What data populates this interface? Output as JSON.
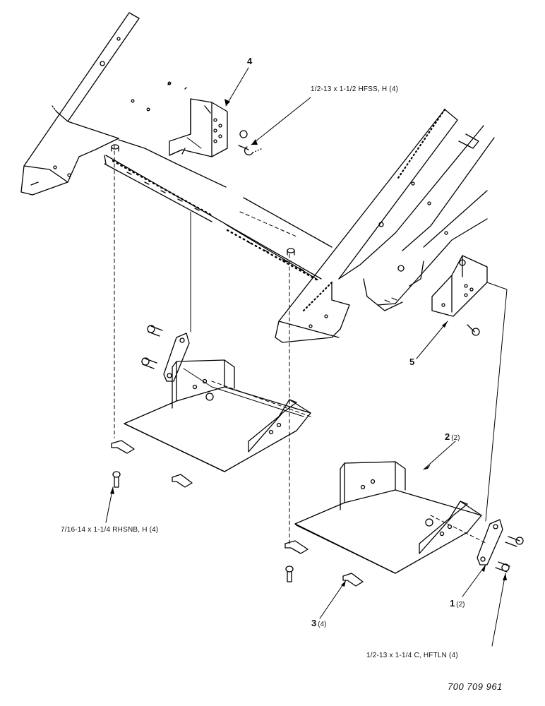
{
  "callouts": {
    "c1": {
      "number": "1",
      "qty": "(2)"
    },
    "c2": {
      "number": "2",
      "qty": "(2)"
    },
    "c3": {
      "number": "3",
      "qty": "(4)"
    },
    "c4": {
      "number": "4"
    },
    "c5": {
      "number": "5"
    }
  },
  "notes": {
    "bolt_top": "1/2-13 x 1-1/2 HFSS, H (4)",
    "bolt_left": "7/16-14 x 1-1/4 RHSNB, H  (4)",
    "bolt_bottom": "1/2-13 x 1-1/4 C, HFTLN  (4)"
  },
  "figure_number": "700 709 961"
}
